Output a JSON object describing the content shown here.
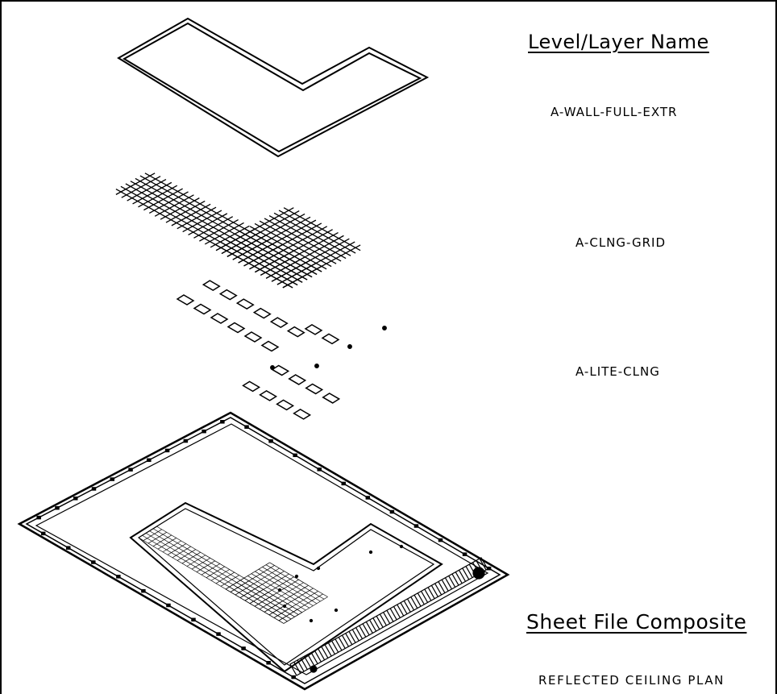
{
  "header": {
    "title": "Level/Layer Name"
  },
  "layers": [
    {
      "name": "A-WALL-FULL-EXTR"
    },
    {
      "name": "A-CLNG-GRID"
    },
    {
      "name": "A-LITE-CLNG"
    }
  ],
  "composite": {
    "title": "Sheet File Composite",
    "sheet_name": "REFLECTED CEILING PLAN"
  }
}
